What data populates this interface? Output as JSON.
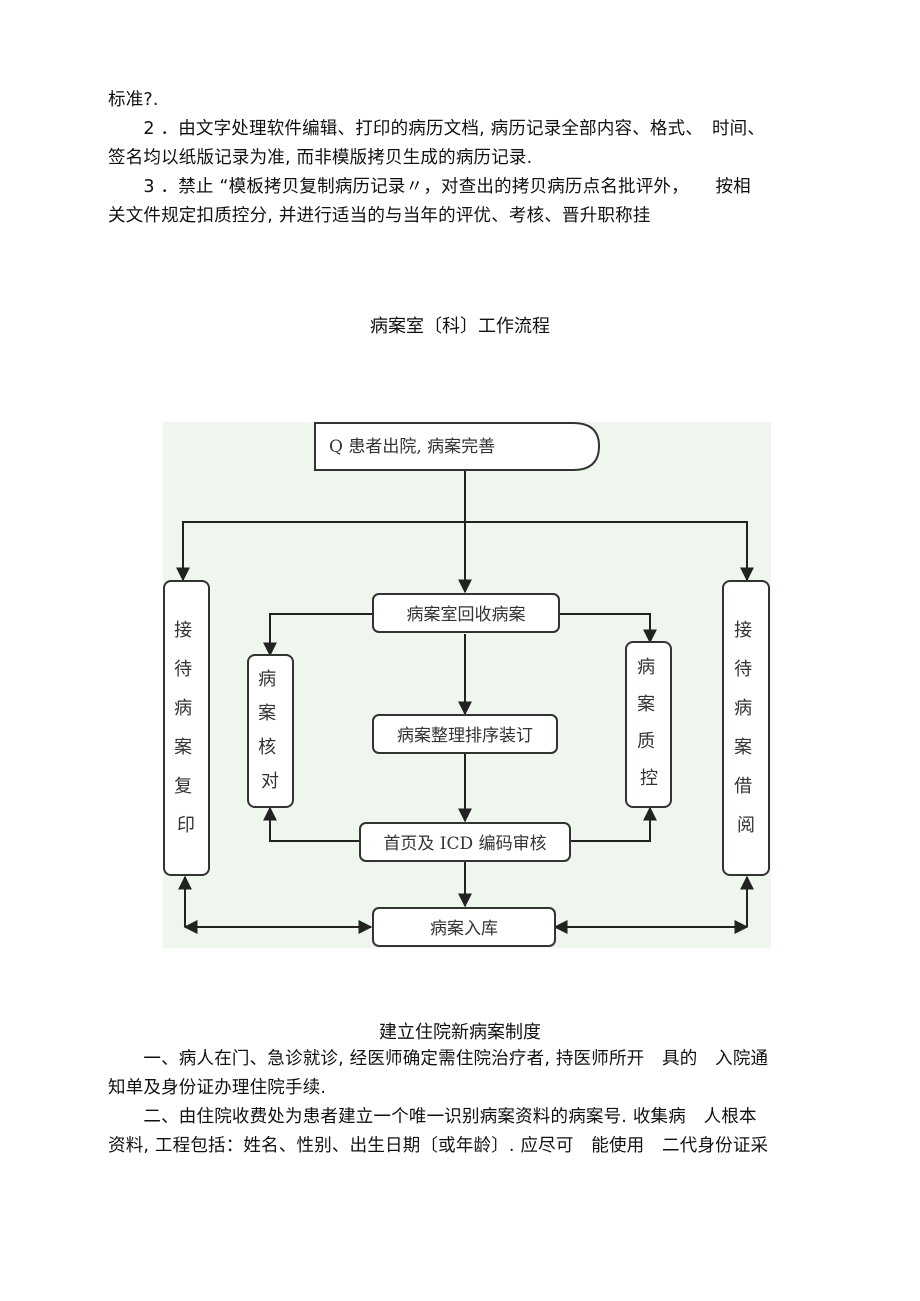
{
  "intro": {
    "line1": "标准?.",
    "line2": "　　2 ．由文字处理软件编辑、打印的病历文档, 病历记录全部内容、格式、　时间、",
    "line3": "签名均以纸版记录为准, 而非模版拷贝生成的病历记录.",
    "line4": "　　3 ．禁止 “模板拷贝复制病历记录〃，对查出的拷贝病历点名批评外，　　按相",
    "line5": "关文件规定扣质控分, 并进行适当的与当年的评优、考核、晋升职称挂"
  },
  "flow_title": "病案室〔科〕工作流程",
  "flowchart": {
    "start": "Q 患者出院, 病案完善",
    "recover": "病案室回收病案",
    "arrange": "病案整理排序装订",
    "icd": "首页及 ICD 编码审核",
    "storage": "病案入库",
    "left_outer": [
      "接",
      "待",
      "病",
      "案",
      "复",
      "印"
    ],
    "left_inner": [
      "病",
      "案",
      "核",
      "对"
    ],
    "right_inner": [
      "病",
      "案",
      "质",
      "控"
    ],
    "right_outer": [
      "接",
      "待",
      "病",
      "案",
      "借",
      "阅"
    ]
  },
  "section2": {
    "title": "建立住院新病案制度",
    "line1": "　　一、病人在门、急诊就诊, 经医师确定需住院治疗者, 持医师所开　具的　入院通",
    "line2": "知单及身份证办理住院手续.",
    "line3": "　　二、由住院收费处为患者建立一个唯一识别病案资料的病案号. 收集病　人根本",
    "line4": "资料, 工程包括：姓名、性别、出生日期〔或年龄〕. 应尽可　能使用　二代身份证采"
  }
}
